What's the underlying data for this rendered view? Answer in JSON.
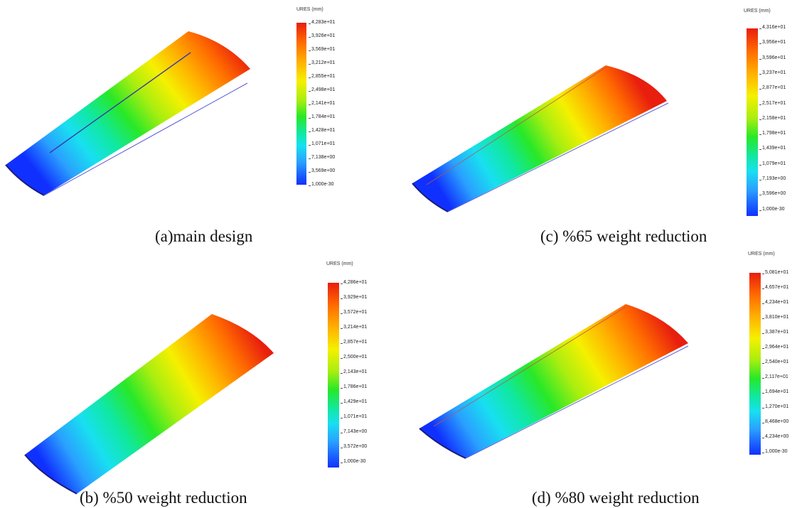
{
  "gradient": {
    "stops": [
      "#e81e0e",
      "#ff6a00",
      "#ffb000",
      "#f5f000",
      "#a8ee10",
      "#28e828",
      "#10e8a0",
      "#18e0f0",
      "#2aa0ff",
      "#1030ff"
    ]
  },
  "panels": {
    "a": {
      "caption": "(a)main design",
      "legend_title": "URES (mm)",
      "ticks": [
        "4,283e+01",
        "3,926e+01",
        "3,569e+01",
        "3,212e+01",
        "2,855e+01",
        "2,498e+01",
        "2,141e+01",
        "1,784e+01",
        "1,428e+01",
        "1,071e+01",
        "7,138e+00",
        "3,569e+00",
        "1,000e-30"
      ]
    },
    "c": {
      "caption": "(c) %65 weight reduction",
      "legend_title": "URES (mm)",
      "ticks": [
        "4,316e+01",
        "3,956e+01",
        "3,596e+01",
        "3,237e+01",
        "2,877e+01",
        "2,517e+01",
        "2,158e+01",
        "1,798e+01",
        "1,439e+01",
        "1,079e+01",
        "7,193e+00",
        "3,596e+00",
        "1,000e-30"
      ]
    },
    "b": {
      "caption": "(b) %50 weight reduction",
      "legend_title": "URES (mm)",
      "ticks": [
        "4,286e+01",
        "3,929e+01",
        "3,572e+01",
        "3,214e+01",
        "2,857e+01",
        "2,500e+01",
        "2,143e+01",
        "1,786e+01",
        "1,429e+01",
        "1,071e+01",
        "7,143e+00",
        "3,572e+00",
        "1,000e-30"
      ]
    },
    "d": {
      "caption": "(d) %80 weight reduction",
      "legend_title": "URES (mm)",
      "ticks": [
        "5,081e+01",
        "4,657e+01",
        "4,234e+01",
        "3,810e+01",
        "3,387e+01",
        "2,964e+01",
        "2,540e+01",
        "2,117e+01",
        "1,694e+01",
        "1,270e+01",
        "8,468e+00",
        "4,234e+00",
        "1,000e-30"
      ]
    }
  }
}
